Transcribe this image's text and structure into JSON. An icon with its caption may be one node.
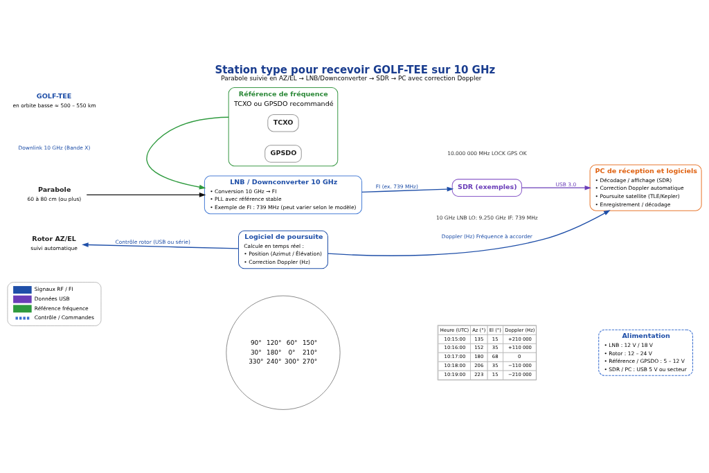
{
  "diagram": {
    "title": "Station type pour recevoir GOLF-TEE sur 10 GHz",
    "caption": "Parabole suivie en AZ/EL → LNB/Downconverter → SDR → PC avec correction Doppler",
    "nodes": [
      {
        "text": [
          "GOLF-TEE",
          "en orbite basse ≈ 500 – 550 km"
        ]
      },
      {
        "text": [
          "Parabole",
          "60 à 80 cm (ou plus)"
        ]
      },
      {
        "text": [
          "Rotor AZ/EL",
          "suivi automatique"
        ]
      },
      {
        "text": [
          "LNB / Downconverter 10 GHz",
          "• Conversion 10 GHz → FI",
          "• PLL avec référence stable",
          "• Exemple de FI : 739 MHz (peut varier selon le modèle)"
        ]
      },
      {
        "text": [
          "SDR (exemples)"
        ]
      },
      {
        "text": [
          "Référence de fréquence",
          "TCXO ou GPSDO recommandé"
        ]
      },
      {
        "text": [
          "TCXO"
        ],
        "in": 5
      },
      {
        "text": [
          "GPSDO"
        ],
        "in": 5
      },
      {
        "text": [
          "PC de réception et logiciels",
          "• Décodage / affichage (SDR)",
          "• Correction Doppler automatique",
          "• Poursuite satellite (TLE/Kepler)",
          "• Enregistrement / décodage"
        ]
      },
      {
        "text": [
          "Logiciel de poursuite",
          "Calcule en temps réel :",
          "• Position (Azimut / Élévation)",
          "• Correction Doppler (Hz)"
        ]
      },
      {
        "text": [
          "Alimentation",
          "• LNB : 12 V / 18 V",
          "• Rotor : 12 – 24 V",
          "• Référence / GPSDO : 5 – 12 V",
          "• SDR / PC : USB 5 V ou secteur"
        ]
      }
    ],
    "edges": [
      {
        "from": 1,
        "to": 3,
        "arrow": "to",
        "color": "#111111"
      },
      {
        "from": 3,
        "to": 4,
        "arrow": "to",
        "label": "FI (ex. 739 MHz)"
      },
      {
        "from": 4,
        "to": 8,
        "arrow": "to",
        "label": "USB 3.0",
        "color": "#6a3db8"
      },
      {
        "from": 5,
        "to": 3,
        "arrow": "to",
        "color": "#2e9a3e"
      },
      {
        "from": 9,
        "to": 2,
        "arrow": "to",
        "label": "Contrôle rotor (USB ou série)"
      },
      {
        "from": 9,
        "to": 8,
        "arrow": "to",
        "label": "Doppler (Hz) Fréquence à accorder"
      }
    ],
    "labels": [
      "Downlink 10 GHz (Bande X)",
      "10 GHz LNB LO: 9.250 GHz IF: 739 MHz",
      "10.000 000 MHz LOCK GPS OK",
      "90°",
      "120°",
      "60°",
      "150°",
      "30°",
      "180°",
      "0°",
      "210°",
      "330°",
      "240°",
      "300°",
      "270°",
      "Heure (UTC)",
      "Az (°)",
      "El (°)",
      "Doppler (Hz)",
      "10:15:00",
      "135",
      "15",
      "+210 000",
      "10:16:00",
      "152",
      "35",
      "+110 000",
      "10:17:00",
      "180",
      "68",
      "0",
      "10:18:00",
      "206",
      "35",
      "−110 000",
      "10:19:00",
      "223",
      "15",
      "−210 000"
    ],
    "legend": [
      {
        "text": "Signaux RF / FI"
      },
      {
        "text": "Données USB"
      },
      {
        "text": "Référence fréquence"
      },
      {
        "text": "Contrôle / Commandes"
      }
    ]
  }
}
